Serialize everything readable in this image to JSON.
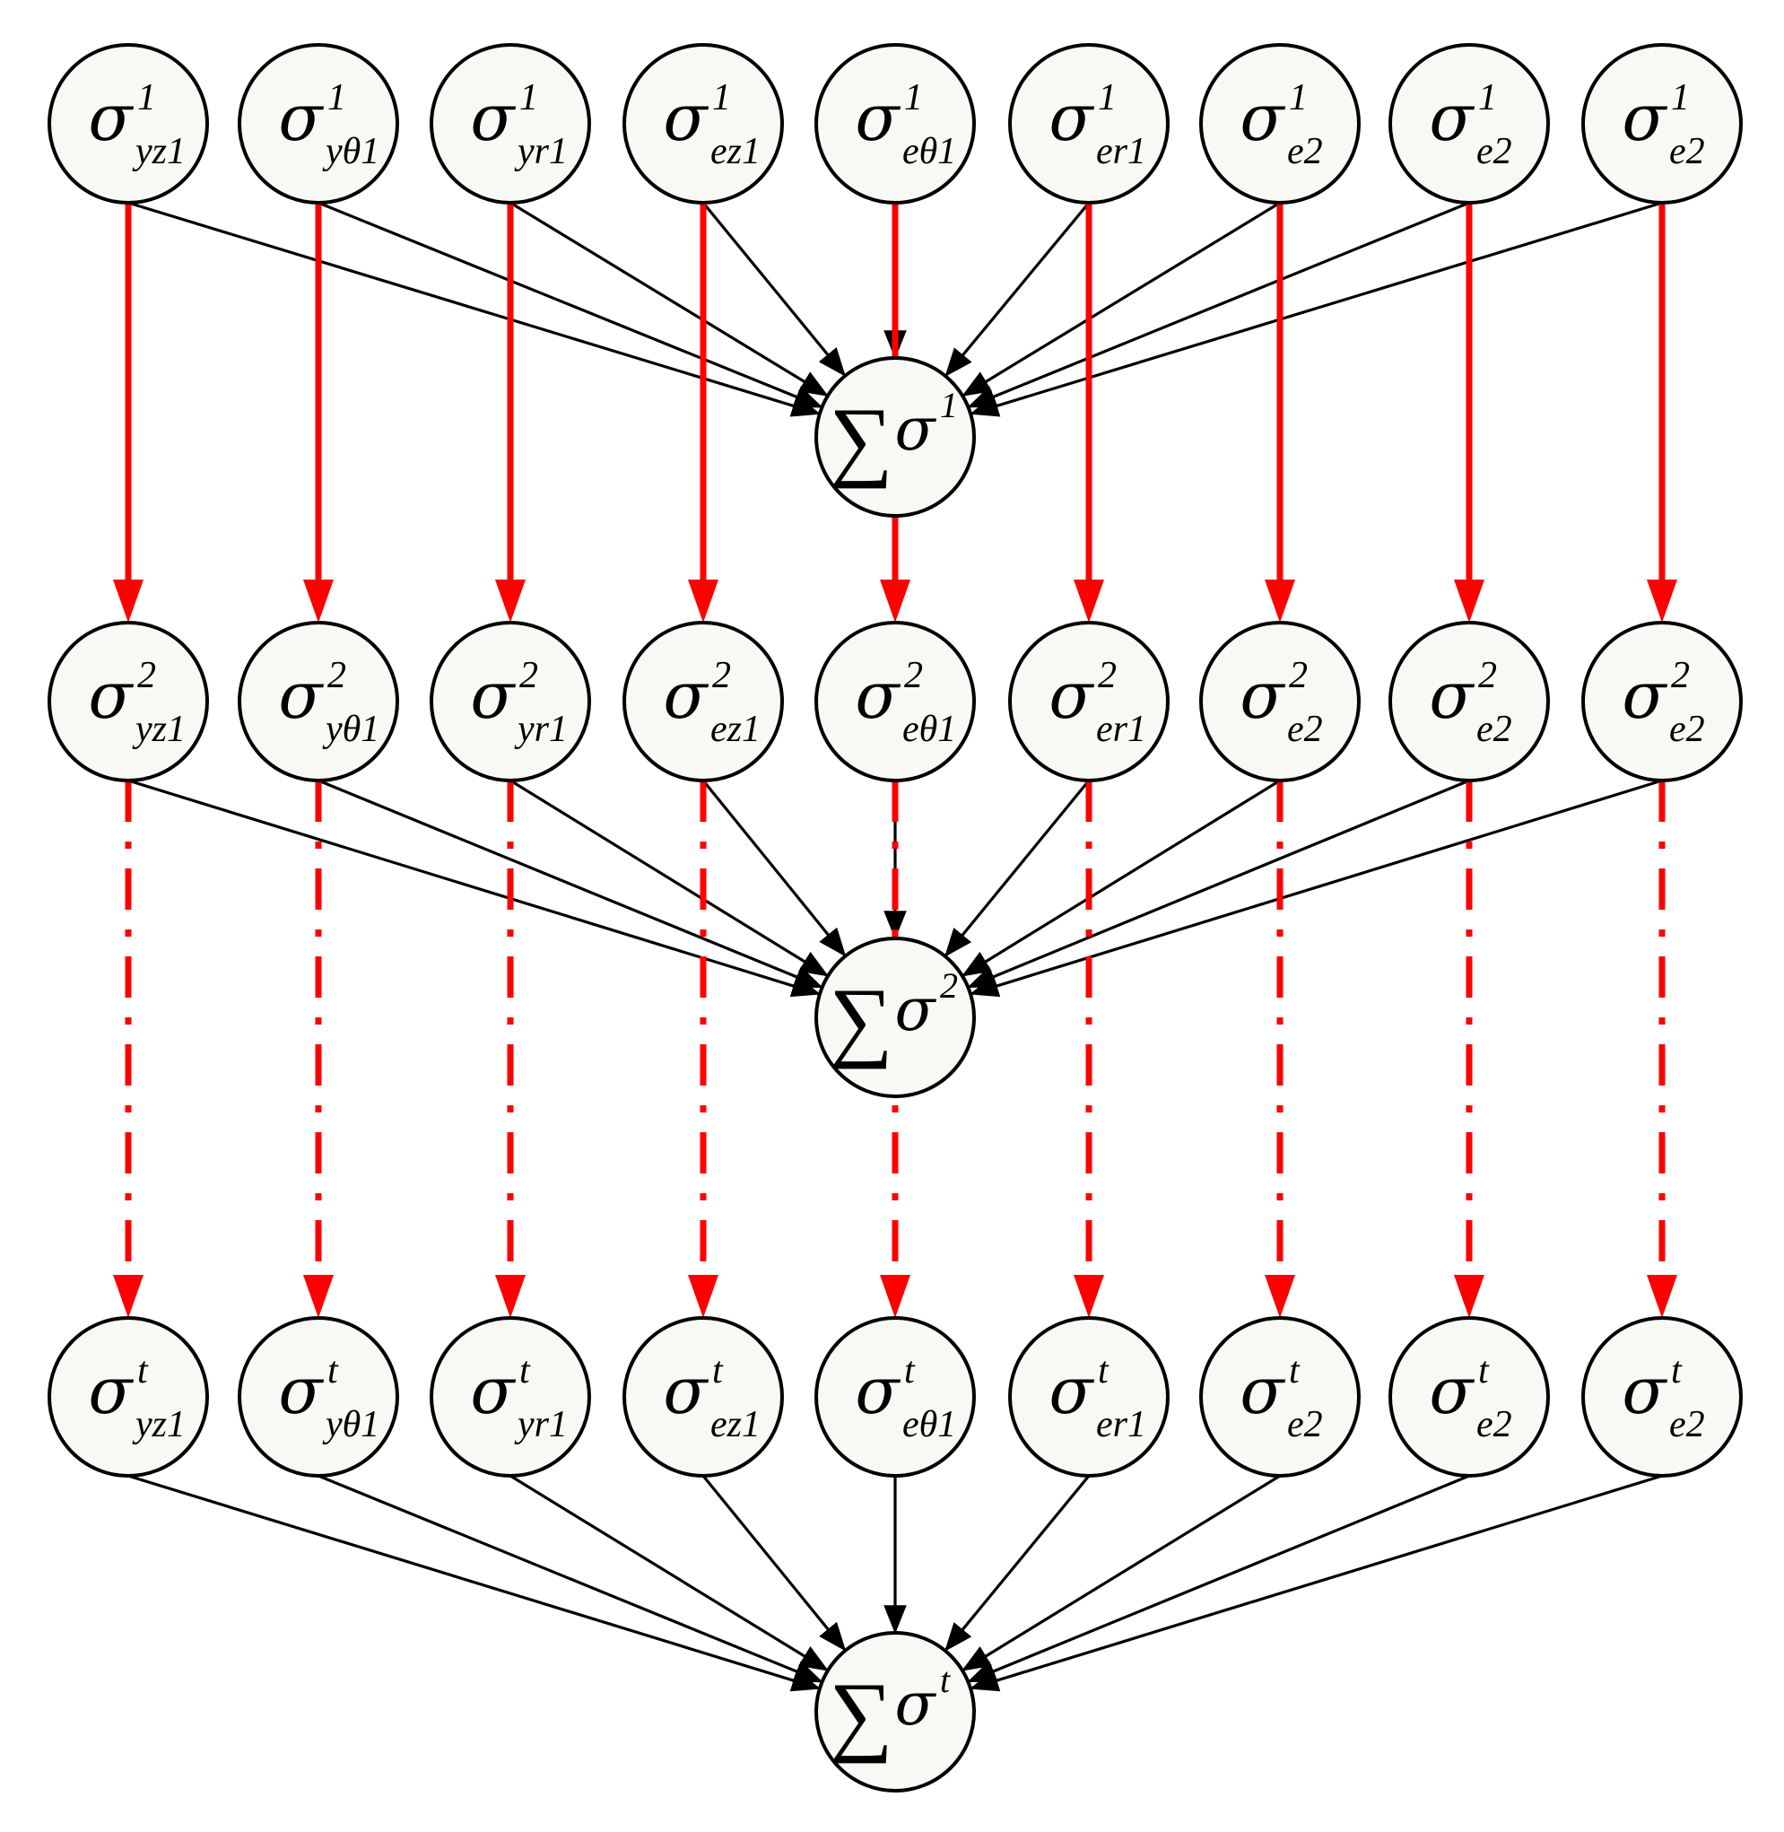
{
  "symbol": "σ",
  "sum_symbol": "∑",
  "colors": {
    "black_edges": "#000000",
    "red_edges": "#ff0000",
    "node_fill": "#f8f8f4"
  },
  "layers": [
    {
      "superscript": "1",
      "nodes": [
        {
          "sub": "yz1"
        },
        {
          "sub": "yθ1"
        },
        {
          "sub": "yr1"
        },
        {
          "sub": "ez1"
        },
        {
          "sub": "eθ1"
        },
        {
          "sub": "er1"
        },
        {
          "sub": "e2"
        },
        {
          "sub": "e2"
        },
        {
          "sub": "e2"
        }
      ],
      "sum_superscript": "1"
    },
    {
      "superscript": "2",
      "nodes": [
        {
          "sub": "yz1"
        },
        {
          "sub": "yθ1"
        },
        {
          "sub": "yr1"
        },
        {
          "sub": "ez1"
        },
        {
          "sub": "eθ1"
        },
        {
          "sub": "er1"
        },
        {
          "sub": "e2"
        },
        {
          "sub": "e2"
        },
        {
          "sub": "e2"
        }
      ],
      "sum_superscript": "2"
    },
    {
      "superscript": "t",
      "nodes": [
        {
          "sub": "yz1"
        },
        {
          "sub": "yθ1"
        },
        {
          "sub": "yr1"
        },
        {
          "sub": "ez1"
        },
        {
          "sub": "eθ1"
        },
        {
          "sub": "er1"
        },
        {
          "sub": "e2"
        },
        {
          "sub": "e2"
        },
        {
          "sub": "e2"
        }
      ],
      "sum_superscript": "t"
    }
  ],
  "transitions": [
    {
      "from_layer": 0,
      "to_layer": 1,
      "style": "solid"
    },
    {
      "from_layer": 1,
      "to_layer": 2,
      "style": "dash-dot"
    }
  ]
}
